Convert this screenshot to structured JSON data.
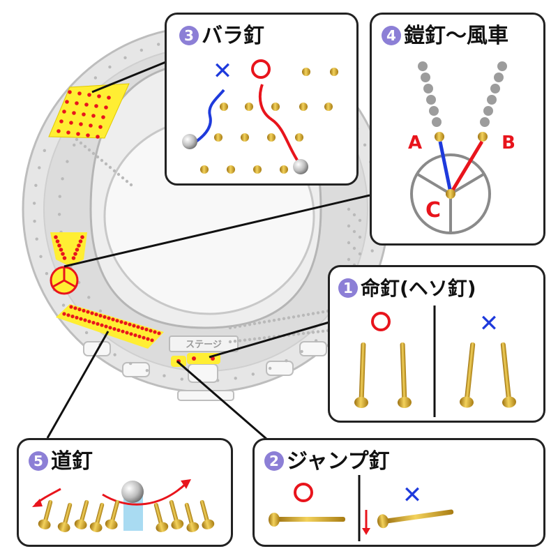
{
  "board": {
    "stage_label": "ステージ"
  },
  "colors": {
    "accent": "#e8141c",
    "blue": "#1e3adc",
    "badge": "#8c7fd6",
    "highlight": "#ffee33",
    "nail": "#d9a626"
  },
  "panels": {
    "bara": {
      "number": "3",
      "title": "バラ釘",
      "bad_mark": "✕",
      "good_mark": "○"
    },
    "yoroi": {
      "number": "4",
      "title": "鎧釘〜風車",
      "label_a": "A",
      "label_b": "B",
      "label_c": "C"
    },
    "inochi": {
      "number": "1",
      "title": "命釘(ヘソ釘)",
      "good_mark": "○",
      "bad_mark": "✕"
    },
    "jump": {
      "number": "2",
      "title": "ジャンプ釘",
      "good_mark": "○",
      "bad_mark": "✕"
    },
    "michi": {
      "number": "5",
      "title": "道釘"
    }
  },
  "icons": [
    "windmill-icon",
    "ball-icon",
    "nail-icon",
    "down-arrow-icon",
    "curved-arrow-icon"
  ]
}
